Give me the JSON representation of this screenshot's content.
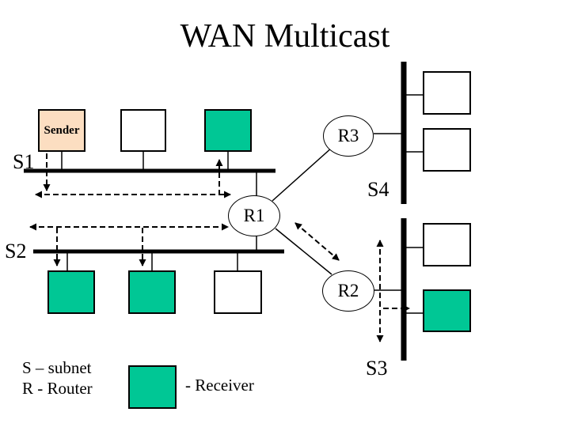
{
  "title": "WAN Multicast",
  "sender": {
    "label": "Sender"
  },
  "routers": {
    "r1": "R1",
    "r2": "R2",
    "r3": "R3"
  },
  "subnets": {
    "s1": "S1",
    "s2": "S2",
    "s3": "S3",
    "s4": "S4"
  },
  "legend": {
    "subnet_line": "S – subnet",
    "router_line": "R - Router",
    "receiver_label": "- Receiver"
  },
  "colors": {
    "receiver": "#00C795",
    "sender_fill": "#FCDEC1",
    "line": "#000000",
    "background": "#FFFFFF"
  }
}
